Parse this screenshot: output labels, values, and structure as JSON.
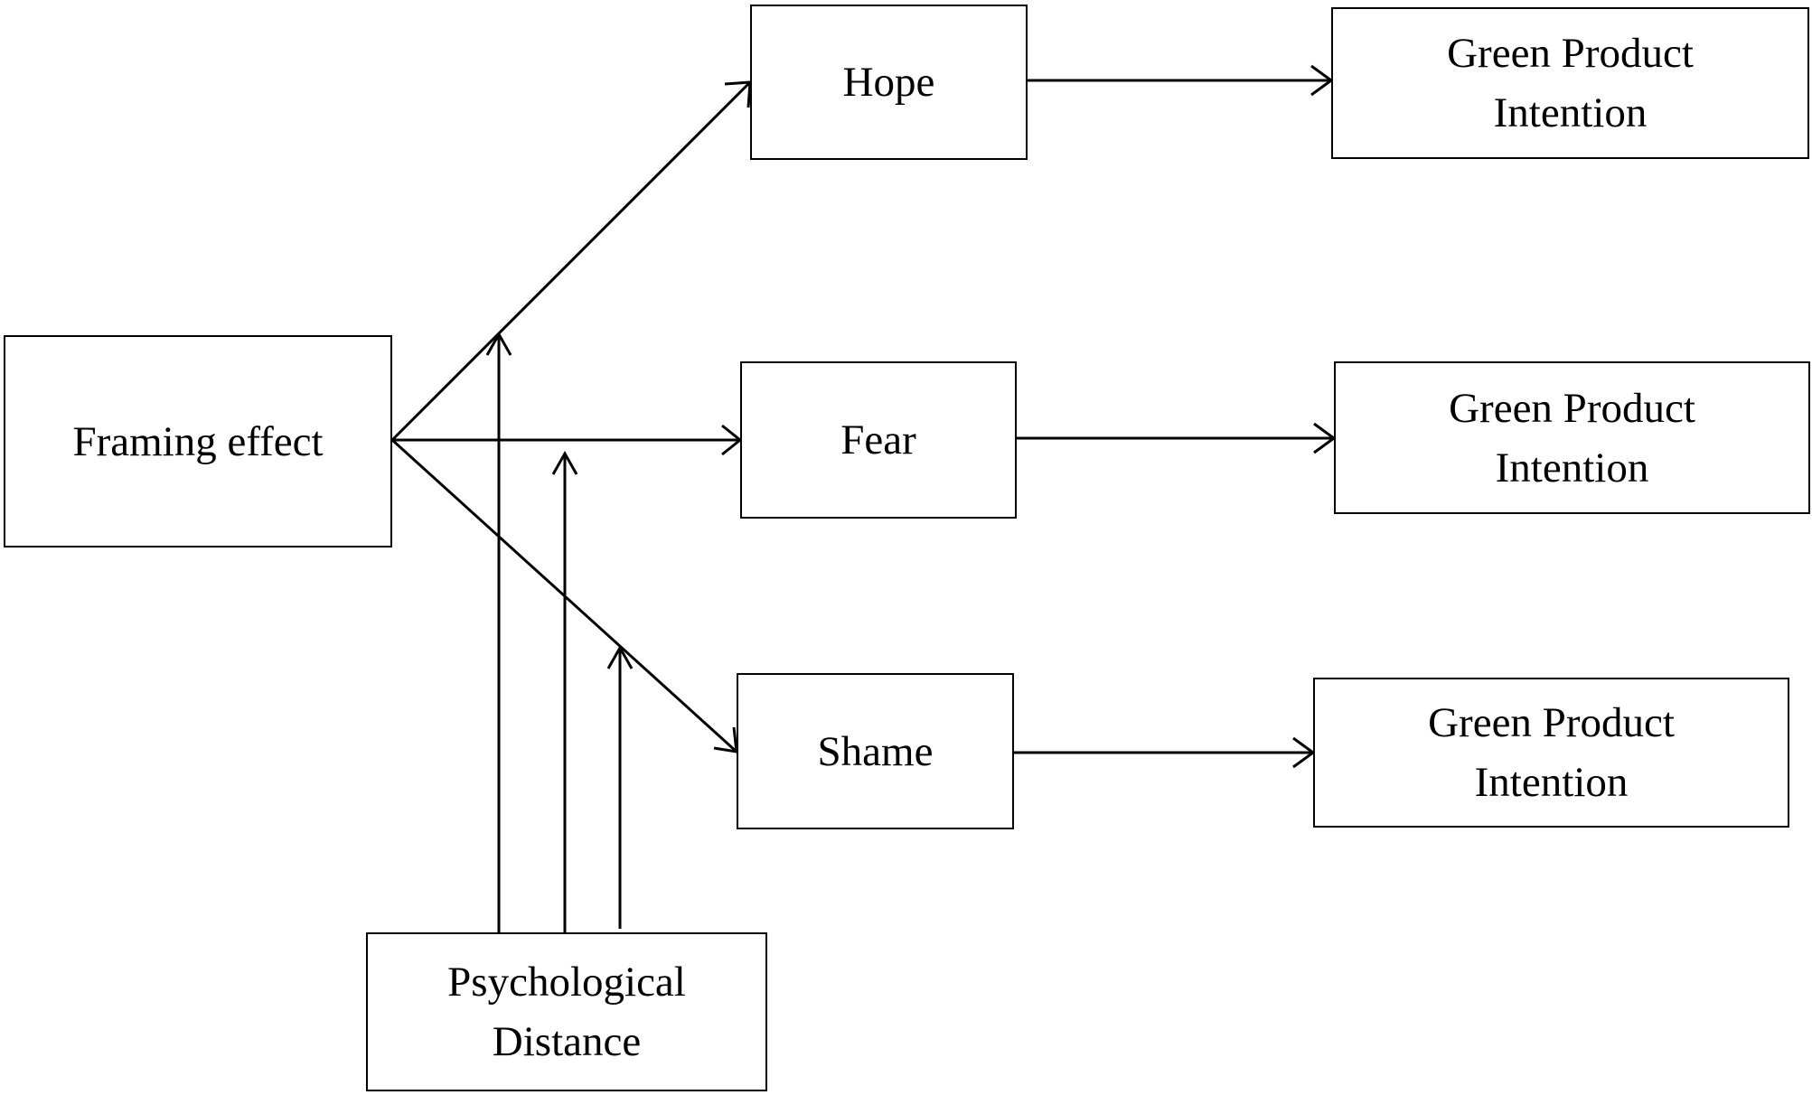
{
  "diagram": {
    "nodes": {
      "framing": "Framing effect",
      "hope": "Hope",
      "fear": "Fear",
      "shame": "Shame",
      "outcome_1": "Green Product\nIntention",
      "outcome_2": "Green Product\nIntention",
      "outcome_3": "Green Product\nIntention",
      "moderator": "Psychological\nDistance"
    },
    "edges": [
      {
        "from": "framing",
        "to": "hope"
      },
      {
        "from": "framing",
        "to": "fear"
      },
      {
        "from": "framing",
        "to": "shame"
      },
      {
        "from": "hope",
        "to": "outcome_1"
      },
      {
        "from": "fear",
        "to": "outcome_2"
      },
      {
        "from": "shame",
        "to": "outcome_3"
      },
      {
        "from": "moderator",
        "to": "edge:framing-hope"
      },
      {
        "from": "moderator",
        "to": "edge:framing-fear"
      },
      {
        "from": "moderator",
        "to": "edge:framing-shame"
      }
    ],
    "colors": {
      "stroke": "#000000",
      "background": "#ffffff"
    }
  }
}
